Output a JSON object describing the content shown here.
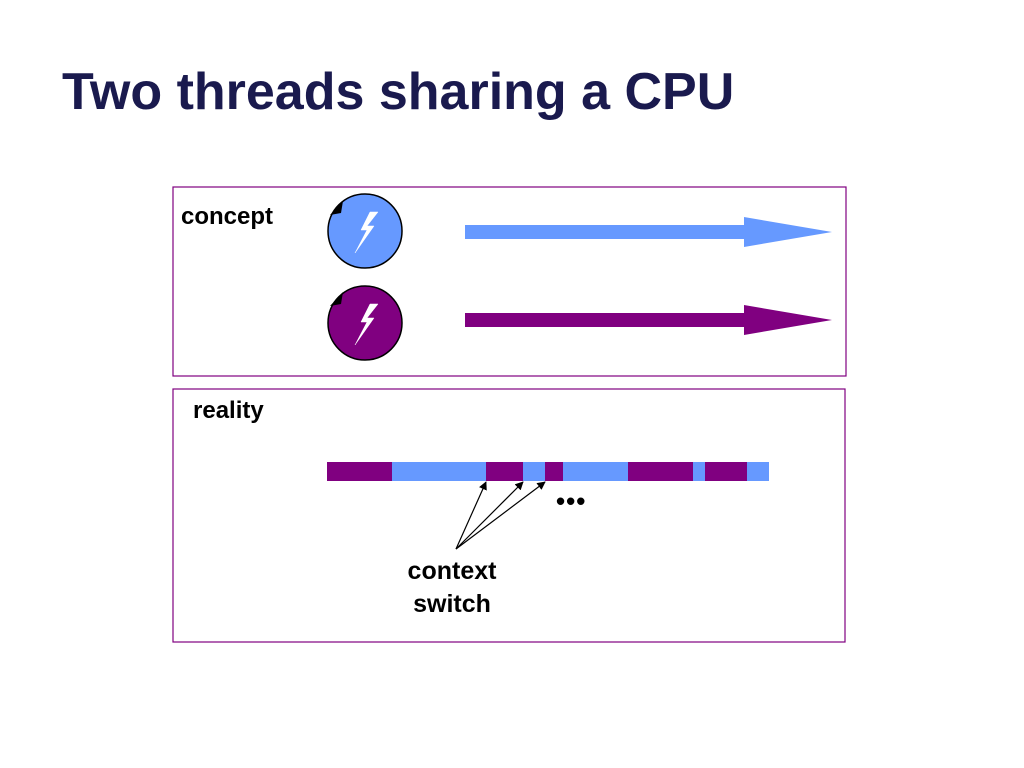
{
  "slide": {
    "title": "Two threads sharing a CPU"
  },
  "colors": {
    "title": "#1a1a4e",
    "thread_a": "#6699ff",
    "thread_b": "#800080",
    "panel_border": "#800080",
    "text": "#000000"
  },
  "concept_panel": {
    "label": "concept",
    "threads": [
      {
        "color_key": "thread_a",
        "icon": "lightning-bolt-icon"
      },
      {
        "color_key": "thread_b",
        "icon": "lightning-bolt-icon"
      }
    ]
  },
  "reality_panel": {
    "label": "reality",
    "timeline_sequence": [
      "thread_b",
      "thread_a",
      "thread_b",
      "thread_a",
      "thread_b",
      "thread_a",
      "thread_b",
      "thread_a",
      "thread_b",
      "thread_a"
    ],
    "ellipsis": "•••",
    "annotation_line1": "context",
    "annotation_line2": "switch"
  }
}
